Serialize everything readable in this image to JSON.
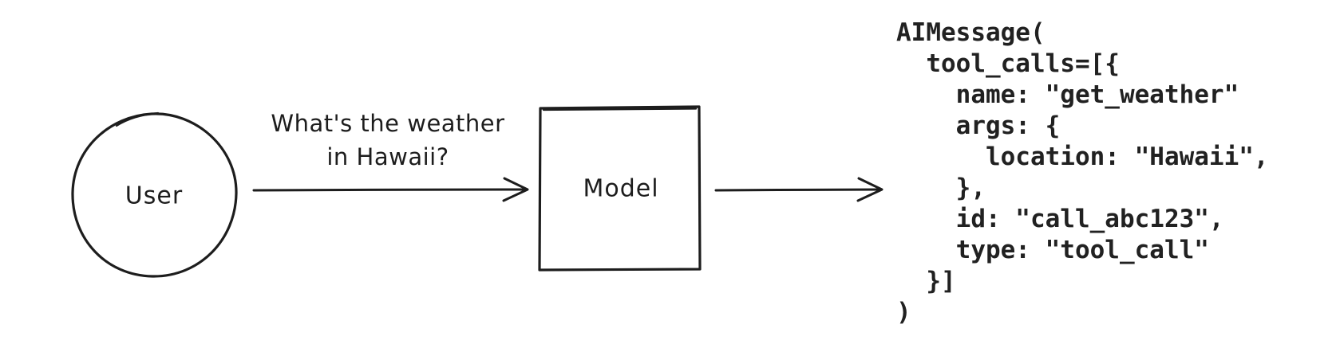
{
  "diagram": {
    "user_node": {
      "label": "User"
    },
    "model_node": {
      "label": "Model"
    },
    "query": {
      "line1": "What's the weather",
      "line2": "in Hawaii?"
    },
    "output_code": {
      "lines": [
        "AIMessage(",
        "  tool_calls=[{",
        "    name: \"get_weather\"",
        "    args: {",
        "      location: \"Hawaii\",",
        "    },",
        "    id: \"call_abc123\",",
        "    type: \"tool_call\"",
        "  }]",
        ")"
      ]
    },
    "colors": {
      "ink": "#1d1d1d",
      "background": "#ffffff"
    }
  }
}
